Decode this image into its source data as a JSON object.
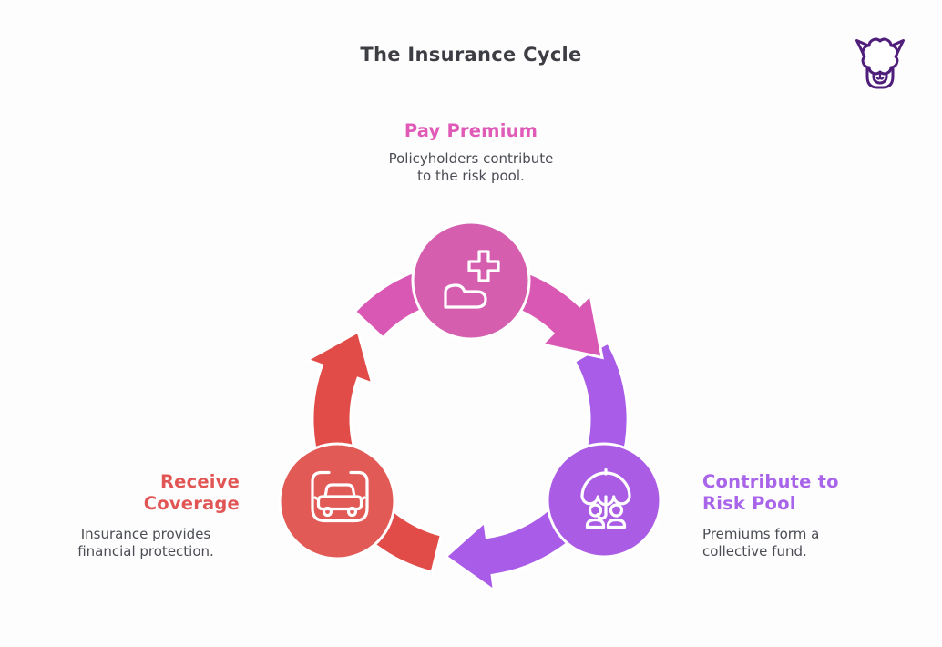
{
  "title": "The Insurance Cycle",
  "logo": {
    "icon": "alpaca-icon",
    "outline_color": "#4f1e7b"
  },
  "palette": {
    "pink_node": "#d55fae",
    "pink_arrow": "#d958b3",
    "pink_heading": "#e05ab7",
    "purple_node": "#aa5ce4",
    "purple_arrow": "#a85ce8",
    "purple_heading": "#a965ea",
    "red_node": "#e15a56",
    "red_arrow": "#e24c48",
    "red_heading": "#e15654",
    "body_text": "#4b4d55",
    "title_text": "#3d3e44",
    "background": "#fdfdfd"
  },
  "steps": {
    "top": {
      "heading_lines": [
        "Pay Premium"
      ],
      "desc_lines": [
        "Policyholders contribute",
        "to the risk pool."
      ],
      "icon": "medical-cross-hand-icon",
      "color": "#d55fae"
    },
    "right": {
      "heading_lines": [
        "Contribute to",
        "Risk Pool"
      ],
      "desc_lines": [
        "Premiums form a",
        "collective fund."
      ],
      "icon": "umbrella-people-icon",
      "color": "#aa5ce4"
    },
    "left": {
      "heading_lines": [
        "Receive",
        "Coverage"
      ],
      "desc_lines": [
        "Insurance provides",
        "financial protection."
      ],
      "icon": "car-shield-icon",
      "color": "#e15a56"
    }
  }
}
